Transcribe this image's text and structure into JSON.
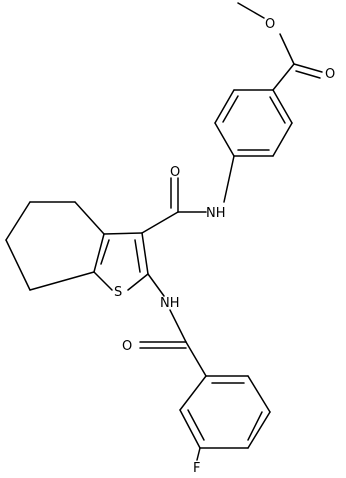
{
  "molecule": {
    "atoms": {
      "methyl_ester_o": "O",
      "carbonyl_o_ester": "O",
      "amide_o_upper": "O",
      "amide_nh_upper": "NH",
      "thiophene_s": "S",
      "amide_nh_lower": "NH",
      "amide_o_lower": "O",
      "fluorine": "F"
    },
    "colors": {
      "bond": "#000000",
      "label": "#000000",
      "background": "#ffffff"
    }
  }
}
